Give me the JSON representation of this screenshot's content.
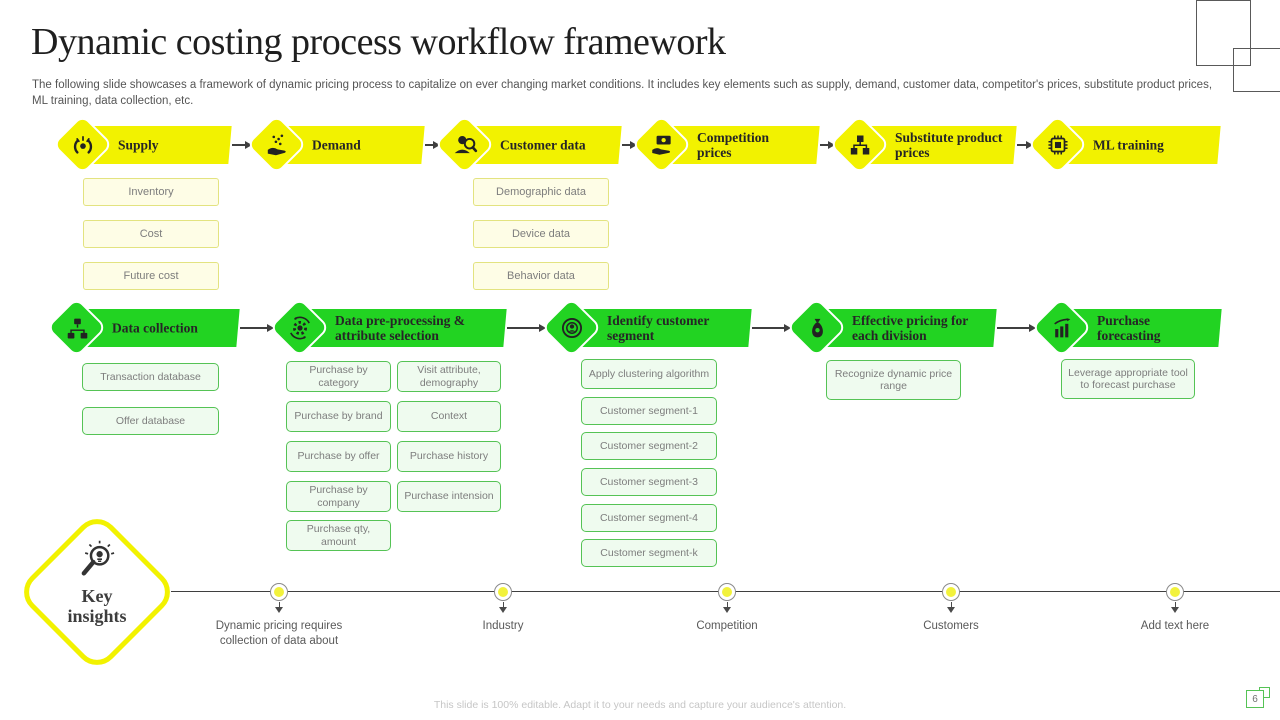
{
  "slide": {
    "title": "Dynamic costing process workflow framework",
    "subtitle": "The following slide showcases a framework of dynamic pricing process to capitalize on ever changing market conditions. It includes key elements such as supply, demand, customer data, competitor's prices, substitute product prices, ML training, data collection, etc.",
    "footer_note": "This slide is 100% editable.  Adapt it to your needs and capture your audience's attention.",
    "page_number": "6"
  },
  "colors": {
    "accent_yellow": "#F2F200",
    "accent_green": "#22D322",
    "pale_yellow": "#FEFDE6",
    "pale_green": "#EFFBEF",
    "green_border": "#55C355",
    "yellow_border": "#E3E380",
    "dark_text": "#262626",
    "gray_text": "#7D7D7D"
  },
  "top_flow": {
    "items": [
      {
        "label": "Supply",
        "icon": "supply-icon",
        "sub_items": [
          "Inventory",
          "Cost",
          "Future cost"
        ]
      },
      {
        "label": "Demand",
        "icon": "demand-icon",
        "sub_items": []
      },
      {
        "label": "Customer data",
        "icon": "customer-data-icon",
        "sub_items": [
          "Demographic data",
          "Device data",
          "Behavior data"
        ]
      },
      {
        "label": "Competition prices",
        "icon": "competition-prices-icon",
        "sub_items": []
      },
      {
        "label": "Substitute product prices",
        "icon": "substitute-product-icon",
        "sub_items": []
      },
      {
        "label": "ML training",
        "icon": "ml-training-icon",
        "sub_items": []
      }
    ]
  },
  "bottom_flow": {
    "items": [
      {
        "label": "Data collection",
        "icon": "data-collection-icon",
        "sub_items": [
          "Transaction database",
          "Offer database"
        ]
      },
      {
        "label": "Data pre-processing & attribute selection",
        "icon": "data-preprocessing-icon",
        "sub_items_col1": [
          "Purchase by category",
          "Purchase by brand",
          "Purchase by offer",
          "Purchase by company",
          "Purchase qty, amount"
        ],
        "sub_items_col2": [
          "Visit attribute, demography",
          "Context",
          "Purchase history",
          "Purchase intension"
        ]
      },
      {
        "label": "Identify customer segment",
        "icon": "customer-segment-icon",
        "sub_items": [
          "Apply clustering algorithm",
          "Customer segment-1",
          "Customer segment-2",
          "Customer segment-3",
          "Customer segment-4",
          "Customer segment-k"
        ]
      },
      {
        "label": "Effective pricing for each division",
        "icon": "effective-pricing-icon",
        "sub_items": [
          "Recognize dynamic price range"
        ]
      },
      {
        "label": "Purchase forecasting",
        "icon": "purchase-forecasting-icon",
        "sub_items": [
          "Leverage appropriate tool to  forecast purchase"
        ]
      }
    ]
  },
  "key_insights": {
    "label": "Key insights",
    "icon": "insight-search-icon",
    "milestones": [
      "Dynamic pricing requires collection of data about",
      "Industry",
      "Competition",
      "Customers",
      "Add text here"
    ]
  }
}
